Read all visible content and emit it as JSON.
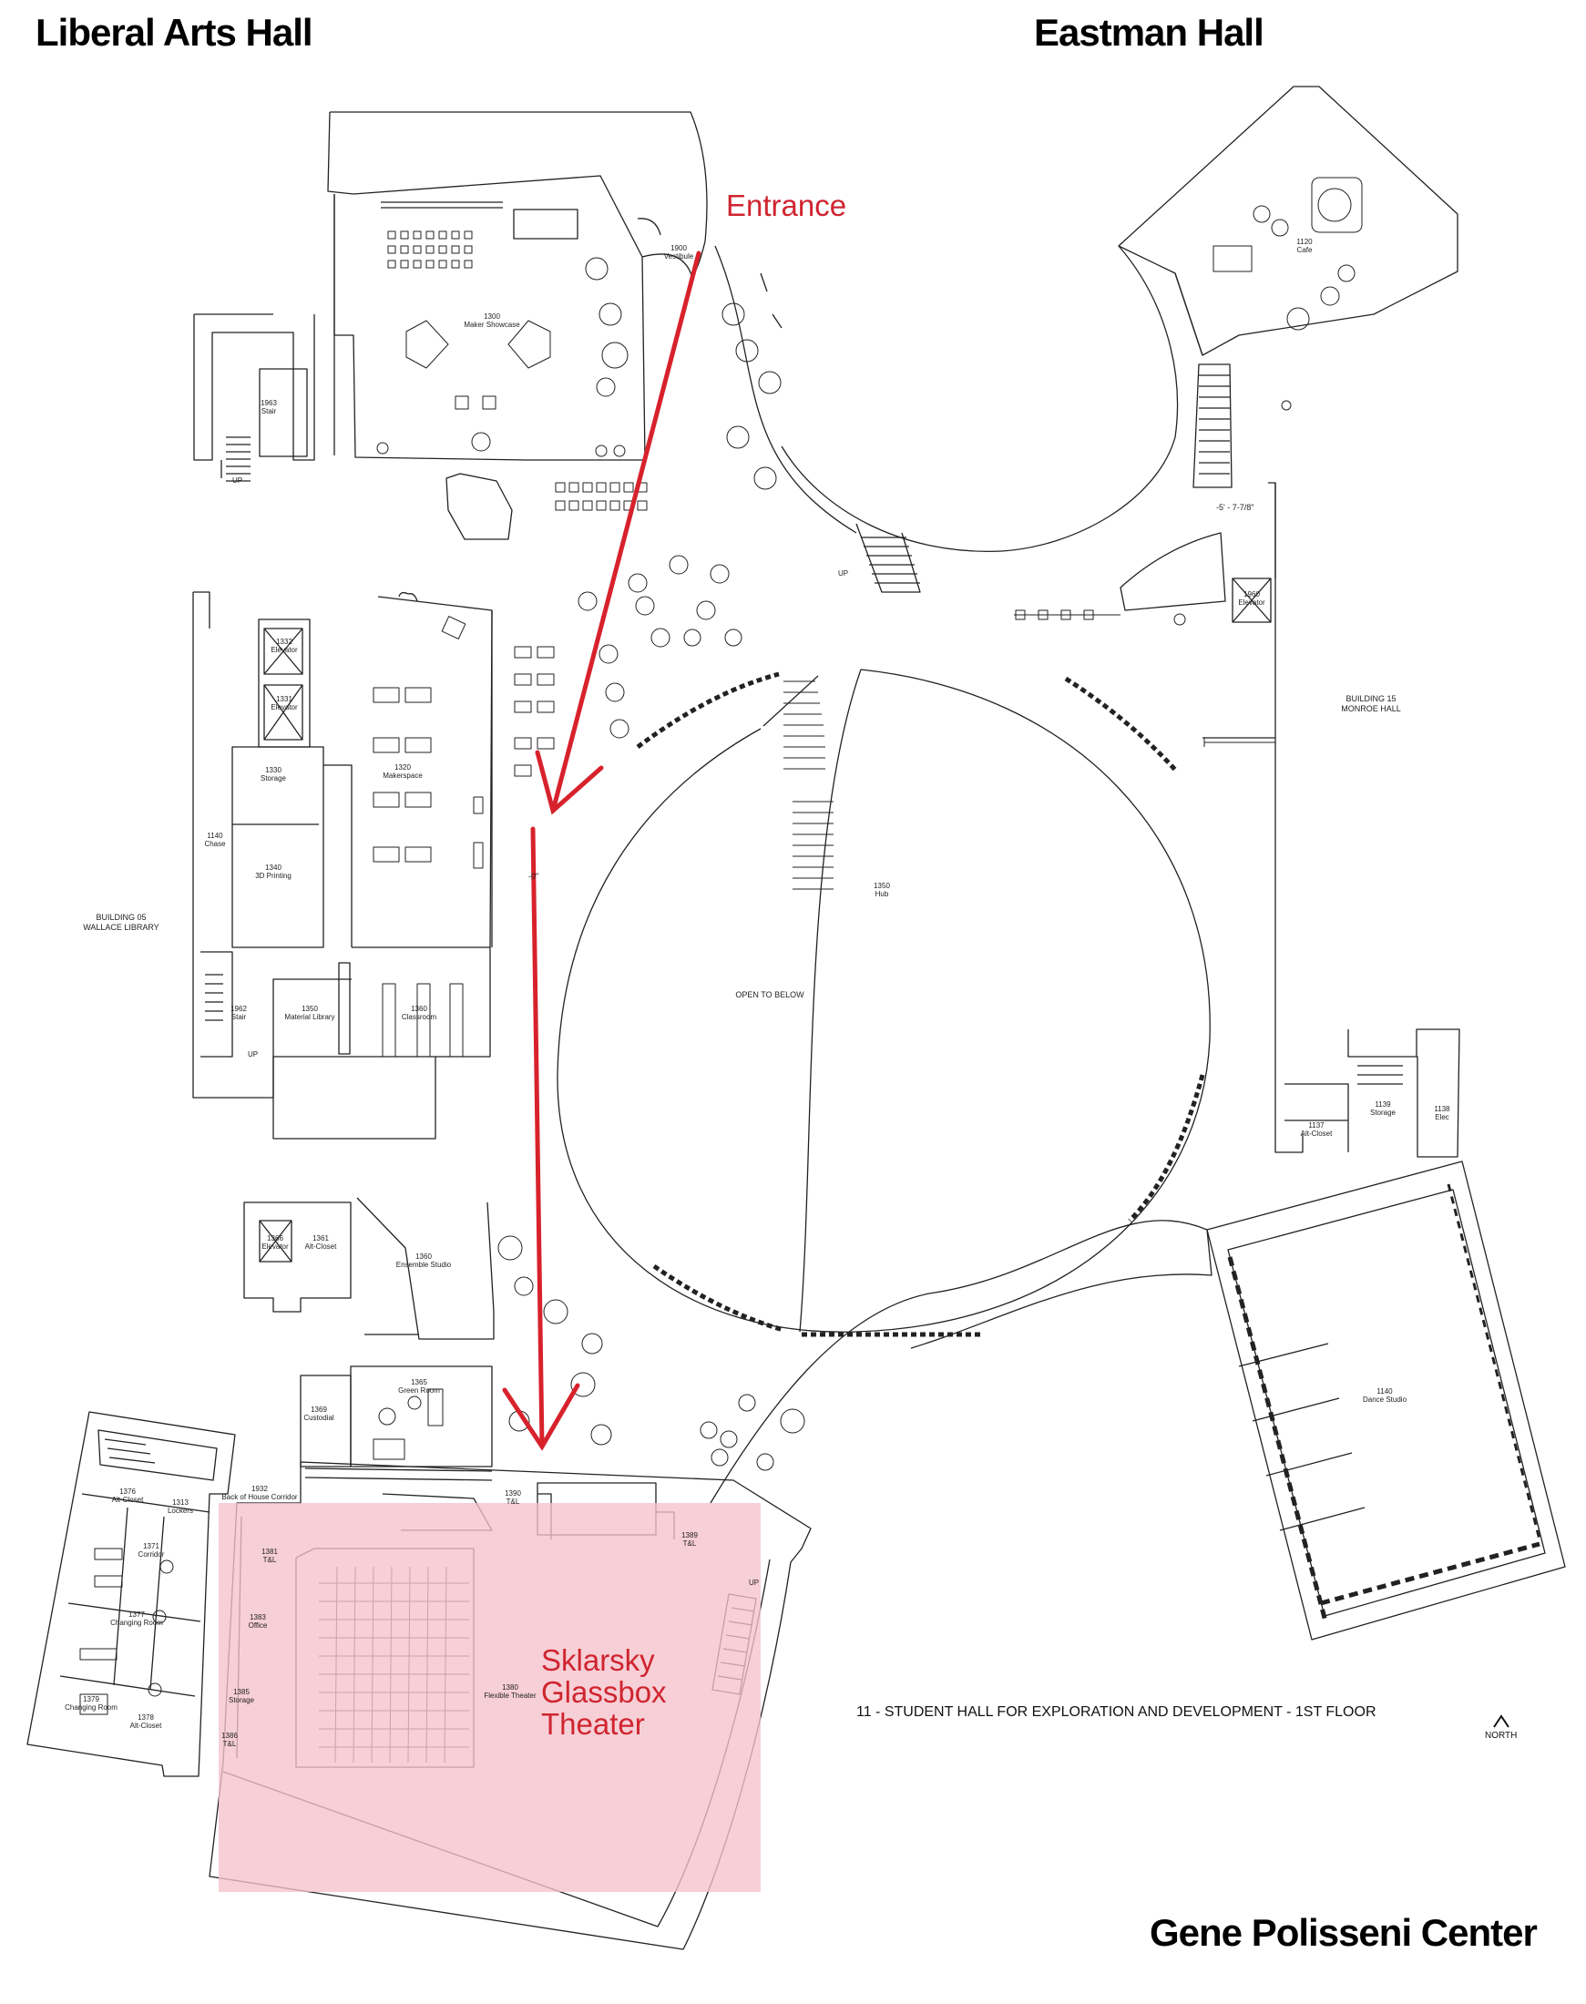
{
  "buildings": {
    "liberal_arts": "Liberal Arts Hall",
    "eastman": "Eastman Hall",
    "polisseni": "Gene Polisseni Center",
    "wallace_library": "BUILDING 05\nWALLACE LIBRARY",
    "monroe_hall": "BUILDING 15\nMONROE HALL"
  },
  "callouts": {
    "entrance": "Entrance",
    "theater": "Sklarsky\nGlassbox\nTheater"
  },
  "plan": {
    "title": "11 - STUDENT HALL FOR EXPLORATION AND DEVELOPMENT - 1ST FLOOR",
    "north": "NORTH",
    "open_to_below": "OPEN TO BELOW",
    "up": "UP",
    "elevation_1": "-0\"",
    "elevation_2": "-5' - 7-7/8\""
  },
  "rooms": [
    {
      "number": "1900",
      "name": "Vestibule"
    },
    {
      "number": "1300",
      "name": "Maker Showcase"
    },
    {
      "number": "1963",
      "name": "Stair"
    },
    {
      "number": "1120",
      "name": "Cafe"
    },
    {
      "number": "1960",
      "name": "Elevator"
    },
    {
      "number": "1332",
      "name": "Elevator"
    },
    {
      "number": "1331",
      "name": "Elevator"
    },
    {
      "number": "1330",
      "name": "Storage"
    },
    {
      "number": "1320",
      "name": "Makerspace"
    },
    {
      "number": "1140",
      "name": "Chase"
    },
    {
      "number": "1340",
      "name": "3D Printing"
    },
    {
      "number": "1350",
      "name": "Hub"
    },
    {
      "number": "1350",
      "name": "Material Library"
    },
    {
      "number": "1360",
      "name": "Classroom"
    },
    {
      "number": "1962",
      "name": "Stair"
    },
    {
      "number": "1139",
      "name": "Storage"
    },
    {
      "number": "1137",
      "name": "Alt-Closet"
    },
    {
      "number": "1138",
      "name": "Elec"
    },
    {
      "number": "1366",
      "name": "Elevator"
    },
    {
      "number": "1361",
      "name": "Alt-Closet"
    },
    {
      "number": "1360",
      "name": "Ensemble Studio"
    },
    {
      "number": "1365",
      "name": "Green Room"
    },
    {
      "number": "1369",
      "name": "Custodial"
    },
    {
      "number": "1140",
      "name": "Dance Studio"
    },
    {
      "number": "1376",
      "name": "Alt-Closet"
    },
    {
      "number": "1313",
      "name": "Lockers"
    },
    {
      "number": "1932",
      "name": "Back of House Corridor"
    },
    {
      "number": "1390",
      "name": "T&L"
    },
    {
      "number": "1389",
      "name": "T&L"
    },
    {
      "number": "1381",
      "name": "T&L"
    },
    {
      "number": "1383",
      "name": "Office"
    },
    {
      "number": "1380",
      "name": "Flexible Theater"
    },
    {
      "number": "1385",
      "name": "Storage"
    },
    {
      "number": "1386",
      "name": "T&L"
    },
    {
      "number": "1371",
      "name": "Corridor"
    },
    {
      "number": "1379",
      "name": "Changing Room"
    },
    {
      "number": "1378",
      "name": "Alt-Closet"
    },
    {
      "number": "1377",
      "name": "Changing Room"
    }
  ],
  "colors": {
    "label_red": "#e8121b",
    "arrow_red": "#d7222c",
    "callout_red": "#cf2530",
    "theater_fill": "#f5c2cb",
    "linework": "#222222"
  },
  "icons": [
    "north-arrow-icon",
    "route-arrow-icon"
  ]
}
